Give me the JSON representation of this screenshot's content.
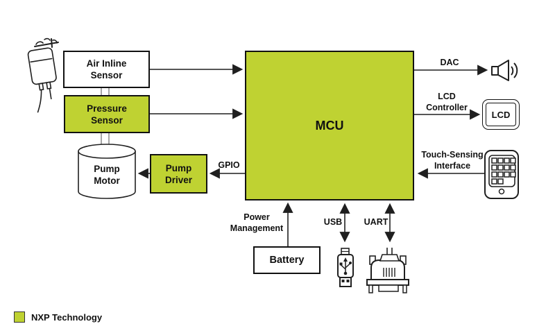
{
  "colors": {
    "nxp_green": "#bfd232",
    "line": "#1f1f1f",
    "connector": "#8f8f8f",
    "bg": "#ffffff"
  },
  "blocks": {
    "air_inline_sensor": {
      "label": "Air Inline\nSensor",
      "nxp": false
    },
    "pressure_sensor": {
      "label": "Pressure\nSensor",
      "nxp": true
    },
    "pump_motor": {
      "label": "Pump\nMotor",
      "nxp": false
    },
    "pump_driver": {
      "label": "Pump\nDriver",
      "nxp": true
    },
    "mcu": {
      "label": "MCU",
      "nxp": true
    },
    "battery": {
      "label": "Battery",
      "nxp": false
    },
    "lcd": {
      "label": "LCD",
      "nxp": false
    }
  },
  "connections": {
    "gpio": {
      "label": "GPIO"
    },
    "dac": {
      "label": "DAC"
    },
    "lcd_controller": {
      "label": "LCD\nController"
    },
    "touch_sensing": {
      "label": "Touch-Sensing\nInterface"
    },
    "power_management": {
      "label": "Power\nManagement"
    },
    "usb": {
      "label": "USB"
    },
    "uart": {
      "label": "UART"
    }
  },
  "icons": [
    "iv-bag-icon",
    "speaker-icon",
    "touch-keypad-icon",
    "usb-connector-icon",
    "uart-connector-icon"
  ],
  "legend": {
    "label": "NXP Technology"
  }
}
